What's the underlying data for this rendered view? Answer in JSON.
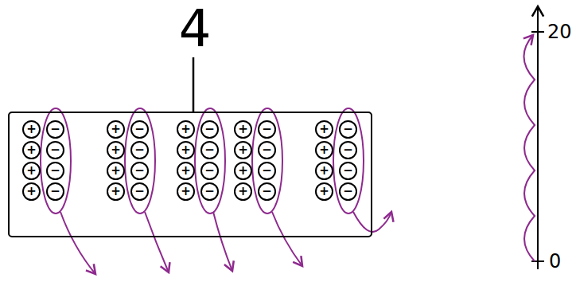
{
  "diagram": {
    "nodes": [
      {
        "text": [
          "4"
        ]
      },
      {
        "text": [
          "+"
        ],
        "in": 0
      },
      {
        "text": [
          "+"
        ],
        "in": 0
      },
      {
        "text": [
          "+"
        ],
        "in": 0
      },
      {
        "text": [
          "+"
        ],
        "in": 0
      },
      {
        "text": [
          "−"
        ],
        "in": 0
      },
      {
        "text": [
          "−"
        ],
        "in": 0
      },
      {
        "text": [
          "−"
        ],
        "in": 0
      },
      {
        "text": [
          "−"
        ],
        "in": 0
      },
      {
        "text": [
          "+"
        ],
        "in": 0
      },
      {
        "text": [
          "+"
        ],
        "in": 0
      },
      {
        "text": [
          "+"
        ],
        "in": 0
      },
      {
        "text": [
          "+"
        ],
        "in": 0
      },
      {
        "text": [
          "−"
        ],
        "in": 0
      },
      {
        "text": [
          "−"
        ],
        "in": 0
      },
      {
        "text": [
          "−"
        ],
        "in": 0
      },
      {
        "text": [
          "−"
        ],
        "in": 0
      },
      {
        "text": [
          "+"
        ],
        "in": 0
      },
      {
        "text": [
          "+"
        ],
        "in": 0
      },
      {
        "text": [
          "+"
        ],
        "in": 0
      },
      {
        "text": [
          "+"
        ],
        "in": 0
      },
      {
        "text": [
          "−"
        ],
        "in": 0
      },
      {
        "text": [
          "−"
        ],
        "in": 0
      },
      {
        "text": [
          "−"
        ],
        "in": 0
      },
      {
        "text": [
          "−"
        ],
        "in": 0
      },
      {
        "text": [
          "+"
        ],
        "in": 0
      },
      {
        "text": [
          "+"
        ],
        "in": 0
      },
      {
        "text": [
          "+"
        ],
        "in": 0
      },
      {
        "text": [
          "+"
        ],
        "in": 0
      },
      {
        "text": [
          "−"
        ],
        "in": 0
      },
      {
        "text": [
          "−"
        ],
        "in": 0
      },
      {
        "text": [
          "−"
        ],
        "in": 0
      },
      {
        "text": [
          "−"
        ],
        "in": 0
      },
      {
        "text": [
          "+"
        ],
        "in": 0
      },
      {
        "text": [
          "+"
        ],
        "in": 0
      },
      {
        "text": [
          "+"
        ],
        "in": 0
      },
      {
        "text": [
          "+"
        ],
        "in": 0
      },
      {
        "text": [
          "−"
        ],
        "in": 0
      },
      {
        "text": [
          "−"
        ],
        "in": 0
      },
      {
        "text": [
          "−"
        ],
        "in": 0
      },
      {
        "text": [
          "−"
        ],
        "in": 0
      }
    ],
    "labels": [
      "20",
      "0"
    ]
  }
}
